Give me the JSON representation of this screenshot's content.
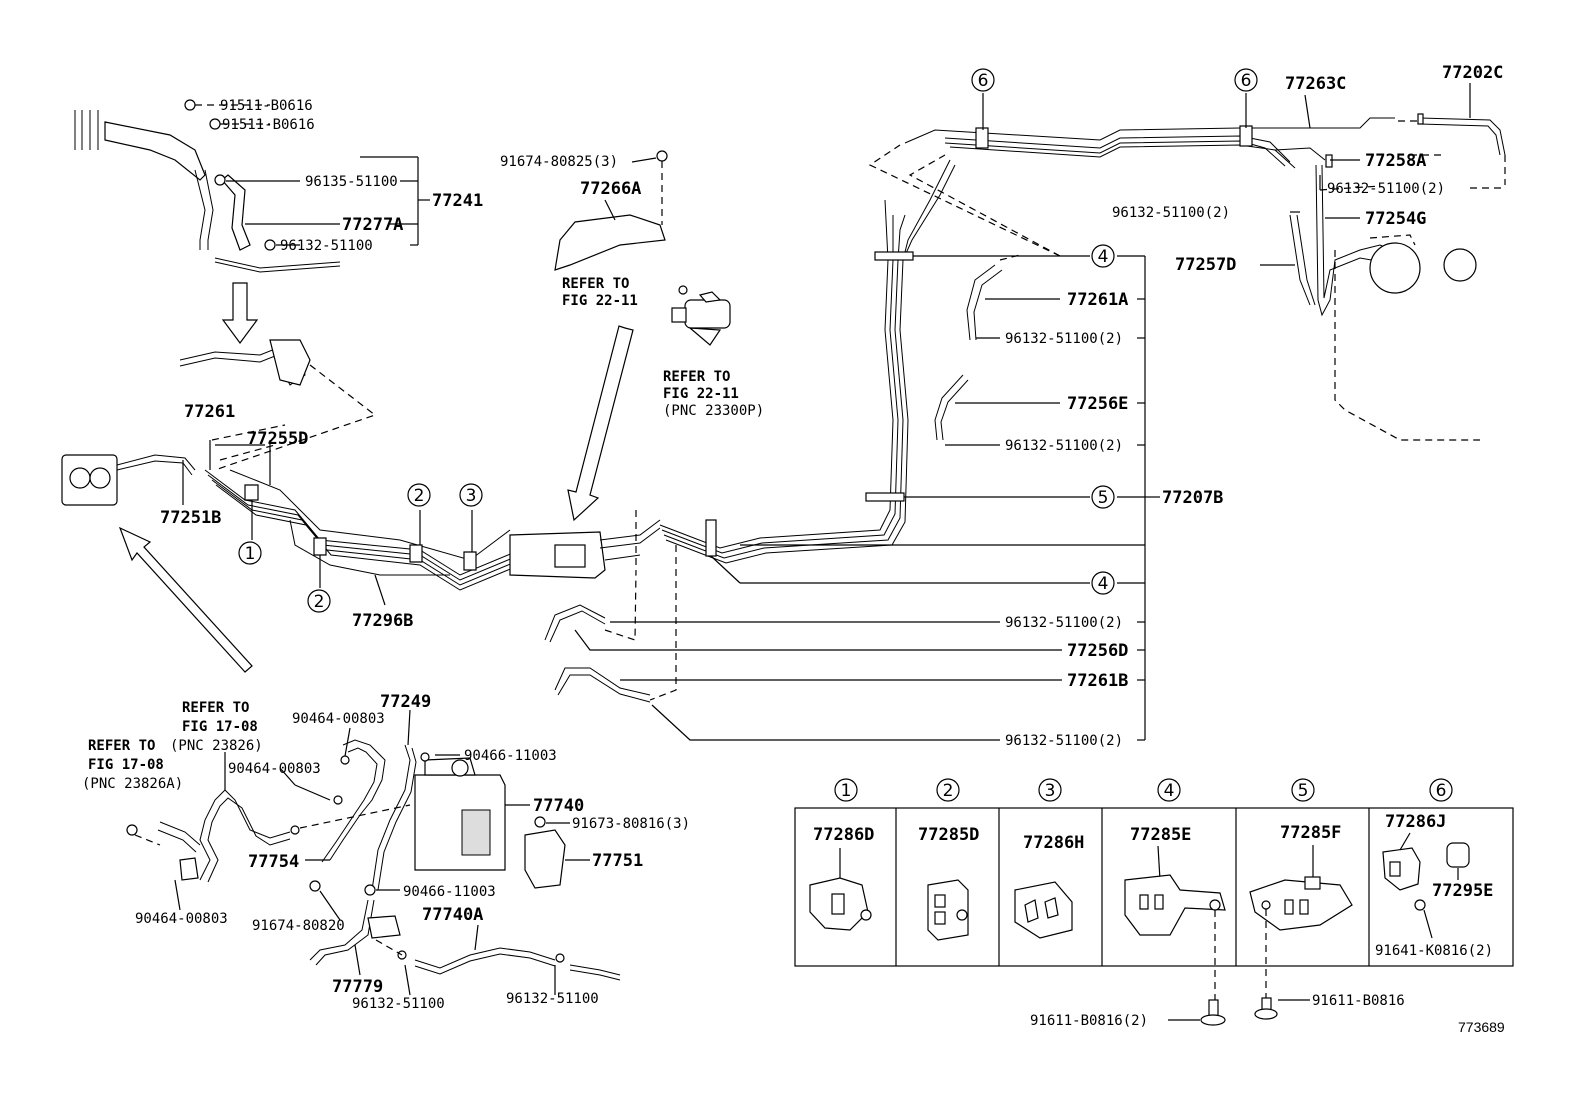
{
  "figure_id": "773689",
  "clamp_types": [
    {
      "no": "1",
      "part": "77286D"
    },
    {
      "no": "2",
      "part": "77285D"
    },
    {
      "no": "3",
      "part": "77286H"
    },
    {
      "no": "4",
      "part": "77285E"
    },
    {
      "no": "5",
      "part": "77285F"
    },
    {
      "no": "6",
      "part": "77286J"
    }
  ],
  "clamp_extra": {
    "sleeve": "77295E",
    "bolt6": "91641-K0816(2)",
    "bolt4": "91611-B0816(2)",
    "bolt5": "91611-B0816"
  },
  "callouts": {
    "c91511a": "91511-B0616",
    "c91511b": "91511-B0616",
    "c96135": "96135-51100",
    "c77277A": "77277A",
    "c96132a": "96132-51100",
    "c77241": "77241",
    "c91674a": "91674-80825(3)",
    "c77266A": "77266A",
    "ref1a": "REFER TO",
    "ref1b": "FIG 22-11",
    "ref2a": "REFER TO",
    "ref2b": "FIG 22-11",
    "ref2c": "(PNC 23300P)",
    "c77261": "77261",
    "c77255D": "77255D",
    "c77251B": "77251B",
    "c77296B": "77296B",
    "c77263C": "77263C",
    "c77202C": "77202C",
    "c77258A": "77258A",
    "c96132r1": "96132-51100(2)",
    "c96132r2": "96132-51100(2)",
    "c77254G": "77254G",
    "c77257D": "77257D",
    "c77261A": "77261A",
    "c96132m1": "96132-51100(2)",
    "c77256E": "77256E",
    "c96132m2": "96132-51100(2)",
    "c77207B": "77207B",
    "c96132m3": "96132-51100(2)",
    "c77256D": "77256D",
    "c77261B": "77261B",
    "c96132m4": "96132-51100(2)",
    "ref3a": "REFER TO",
    "ref3b": "FIG 17-08",
    "ref3c": "(PNC 23826)",
    "ref4a": "REFER TO",
    "ref4b": "FIG 17-08",
    "ref4c": "(PNC 23826A)",
    "c90464a": "90464-00803",
    "c90464b": "90464-00803",
    "c90464c": "90464-00803",
    "c77249": "77249",
    "c90466a": "90466-11003",
    "c77740": "77740",
    "c91673": "91673-80816(3)",
    "c77751": "77751",
    "c77754": "77754",
    "c90466b": "90466-11003",
    "c91674b": "91674-80820",
    "c77740A": "77740A",
    "c77779": "77779",
    "c96132b1": "96132-51100",
    "c96132b2": "96132-51100"
  },
  "circle_markers": [
    "1",
    "2",
    "2",
    "3",
    "4",
    "5",
    "4",
    "6",
    "6"
  ]
}
